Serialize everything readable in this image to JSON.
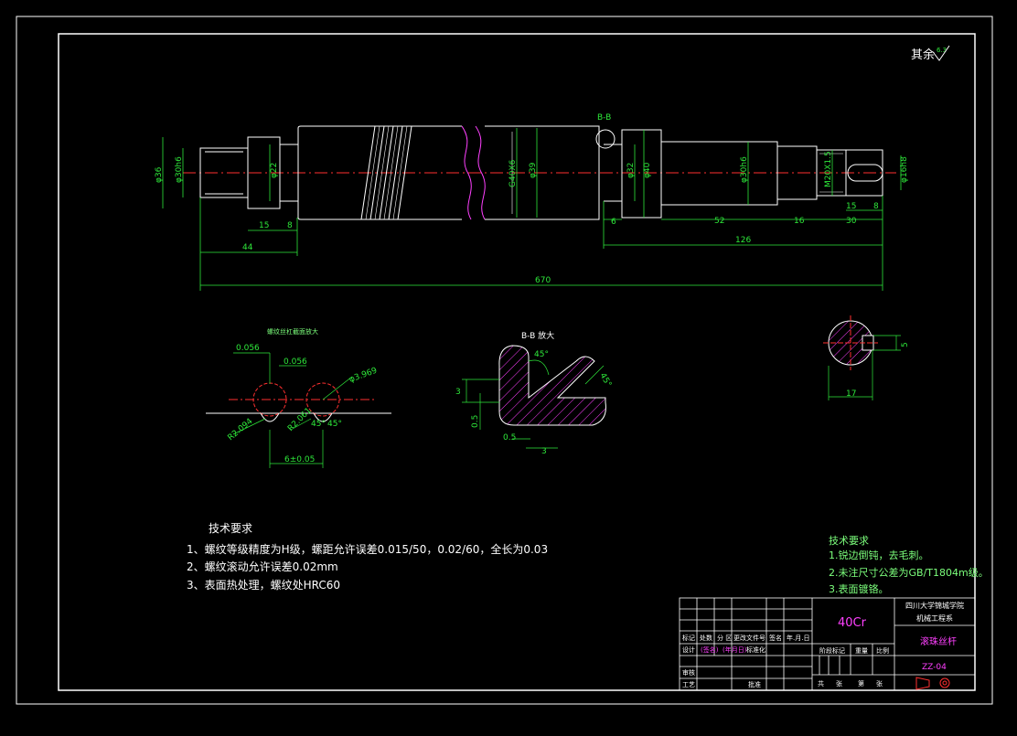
{
  "surface_note": "其余",
  "surface_value": "6.3",
  "main_dims": {
    "d36": "φ36",
    "d30a": "φ30h6",
    "d22": "φ22",
    "thread": "G40X6",
    "d39": "φ39",
    "d32": "φ32",
    "d40": "φ40",
    "d30b": "φ30h6",
    "m": "M20X1.5",
    "d16": "φ16h8",
    "len15a": "15",
    "len8a": "8",
    "len44": "44",
    "len670": "670",
    "len6": "6",
    "len52": "52",
    "len16": "16",
    "len30": "30",
    "len15b": "15",
    "len8b": "8",
    "len126": "126"
  },
  "section_marker": "B-B",
  "thread_detail": {
    "title": "螺纹丝杠截面放大",
    "d0056a": "0.056",
    "d0056b": "0.056",
    "d3969": "φ3.969",
    "r2094": "R2.094",
    "r2061": "R2.061",
    "a45a": "45°",
    "a45b": "45°",
    "pitch": "6±0.05"
  },
  "bb_detail": {
    "title": "B-B 放大",
    "a45": "45°",
    "a45b": "45°",
    "d3": "3",
    "d05a": "0.5",
    "d05b": "0.5",
    "d3b": "3"
  },
  "key_section": {
    "d5": "5",
    "d17": "17"
  },
  "tech_left": {
    "title": "技术要求",
    "items": [
      "1、螺纹等级精度为H级，螺距允许误差0.015/50，0.02/60，全长为0.03",
      "2、螺纹滚动允许误差0.02mm",
      "3、表面热处理，螺纹处HRC60"
    ]
  },
  "tech_right": {
    "title": "技术要求",
    "items": [
      "1.锐边倒钝，去毛刺。",
      "2.未注尺寸公差为GB/T1804m级。",
      "3.表面镀铬。"
    ]
  },
  "title_block": {
    "material": "40Cr",
    "school": "四川大学锦城学院",
    "dept": "机械工程系",
    "part_name": "滚珠丝杆",
    "drawing_no": "ZZ-04",
    "labels": [
      "标记",
      "处数",
      "分 区",
      "更改文件号",
      "签名",
      "年.月.日"
    ],
    "row2": [
      "设计",
      "(签名)",
      "(年月日)",
      "标准化"
    ],
    "row3": [
      "审核"
    ],
    "row4": [
      "工艺",
      "批准"
    ],
    "stage": "阶段标记",
    "weight": "重量",
    "scale": "比例",
    "sheets": [
      "共",
      "张",
      "第",
      "张"
    ]
  }
}
